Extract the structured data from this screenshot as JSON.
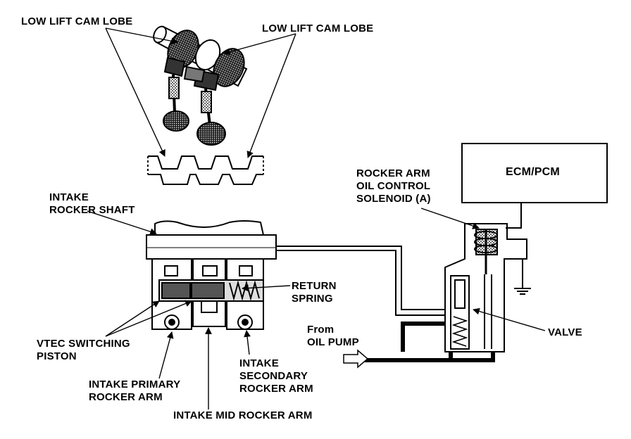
{
  "labels": {
    "low_lift_cam_lobe_left": "LOW LIFT CAM LOBE",
    "low_lift_cam_lobe_right": "LOW LIFT CAM LOBE",
    "intake_rocker_shaft": [
      "INTAKE",
      "ROCKER SHAFT"
    ],
    "rocker_arm_solenoid": [
      "ROCKER ARM",
      "OIL CONTROL",
      "SOLENOID (A)"
    ],
    "ecm_pcm": "ECM/PCM",
    "return_spring": [
      "RETURN",
      "SPRING"
    ],
    "vtec_switching_piston": [
      "VTEC SWITCHING",
      "PISTON"
    ],
    "from_oil_pump": [
      "From",
      "OIL PUMP"
    ],
    "valve": "VALVE",
    "intake_secondary_rocker_arm": [
      "INTAKE",
      "SECONDARY",
      "ROCKER ARM"
    ],
    "intake_primary_rocker_arm": [
      "INTAKE PRIMARY",
      "ROCKER ARM"
    ],
    "intake_mid_rocker_arm": "INTAKE MID ROCKER ARM"
  }
}
